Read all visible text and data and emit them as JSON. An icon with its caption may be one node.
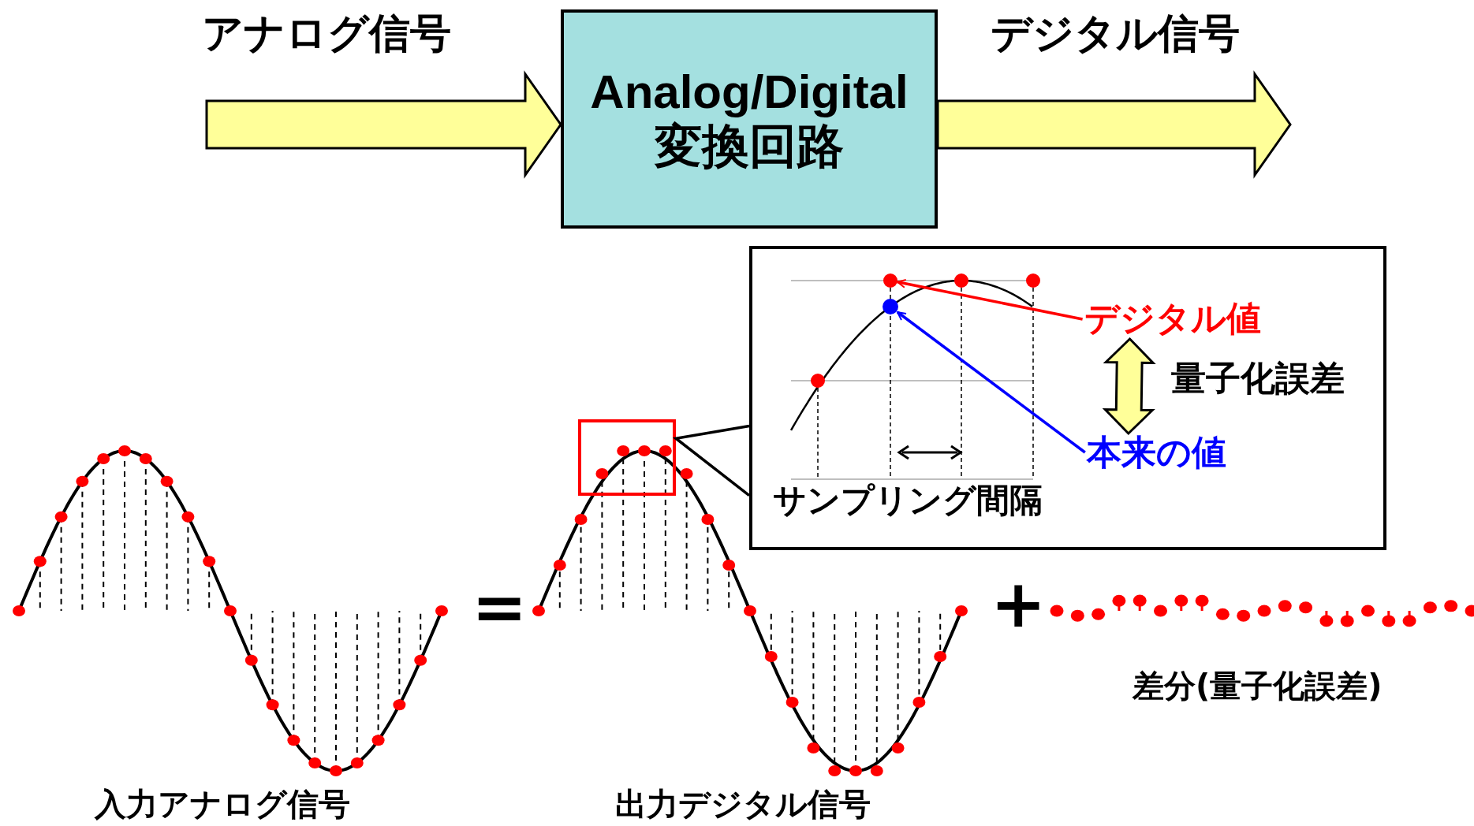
{
  "diagram": {
    "nodes": [
      {
        "text": [
          "Analog/Digital 変換回路"
        ]
      },
      {
        "text": [],
        "shape": "box"
      },
      {
        "text": [
          "デジタル値"
        ],
        "in": 1
      },
      {
        "text": [],
        "shape": "circle",
        "in": 1
      },
      {
        "text": [
          "本来の値"
        ],
        "in": 1
      },
      {
        "text": [],
        "shape": "circle",
        "in": 1
      },
      {
        "text": [],
        "shape": "box"
      }
    ],
    "edges": [
      {
        "from": null,
        "to": 0,
        "arrow": "to",
        "label": "アナログ信号",
        "style": "thick"
      },
      {
        "from": 0,
        "to": null,
        "arrow": "to",
        "label": "デジタル信号",
        "style": "thick"
      },
      {
        "from": 2,
        "to": 3,
        "arrow": "to",
        "color": "#ff0000"
      },
      {
        "from": 4,
        "to": 5,
        "arrow": "to",
        "color": "#0000ff"
      },
      {
        "from": 1,
        "to": 6,
        "arrow": "none",
        "color": "#000000"
      },
      {
        "from": 2,
        "to": 4,
        "arrow": "both",
        "label": "量子化誤差",
        "style": "thick"
      }
    ],
    "labels": [
      "サンプリング間隔",
      "=",
      "+",
      "入力アナログ信号",
      "出力デジタル信号",
      "差分(量子化誤差)"
    ]
  }
}
